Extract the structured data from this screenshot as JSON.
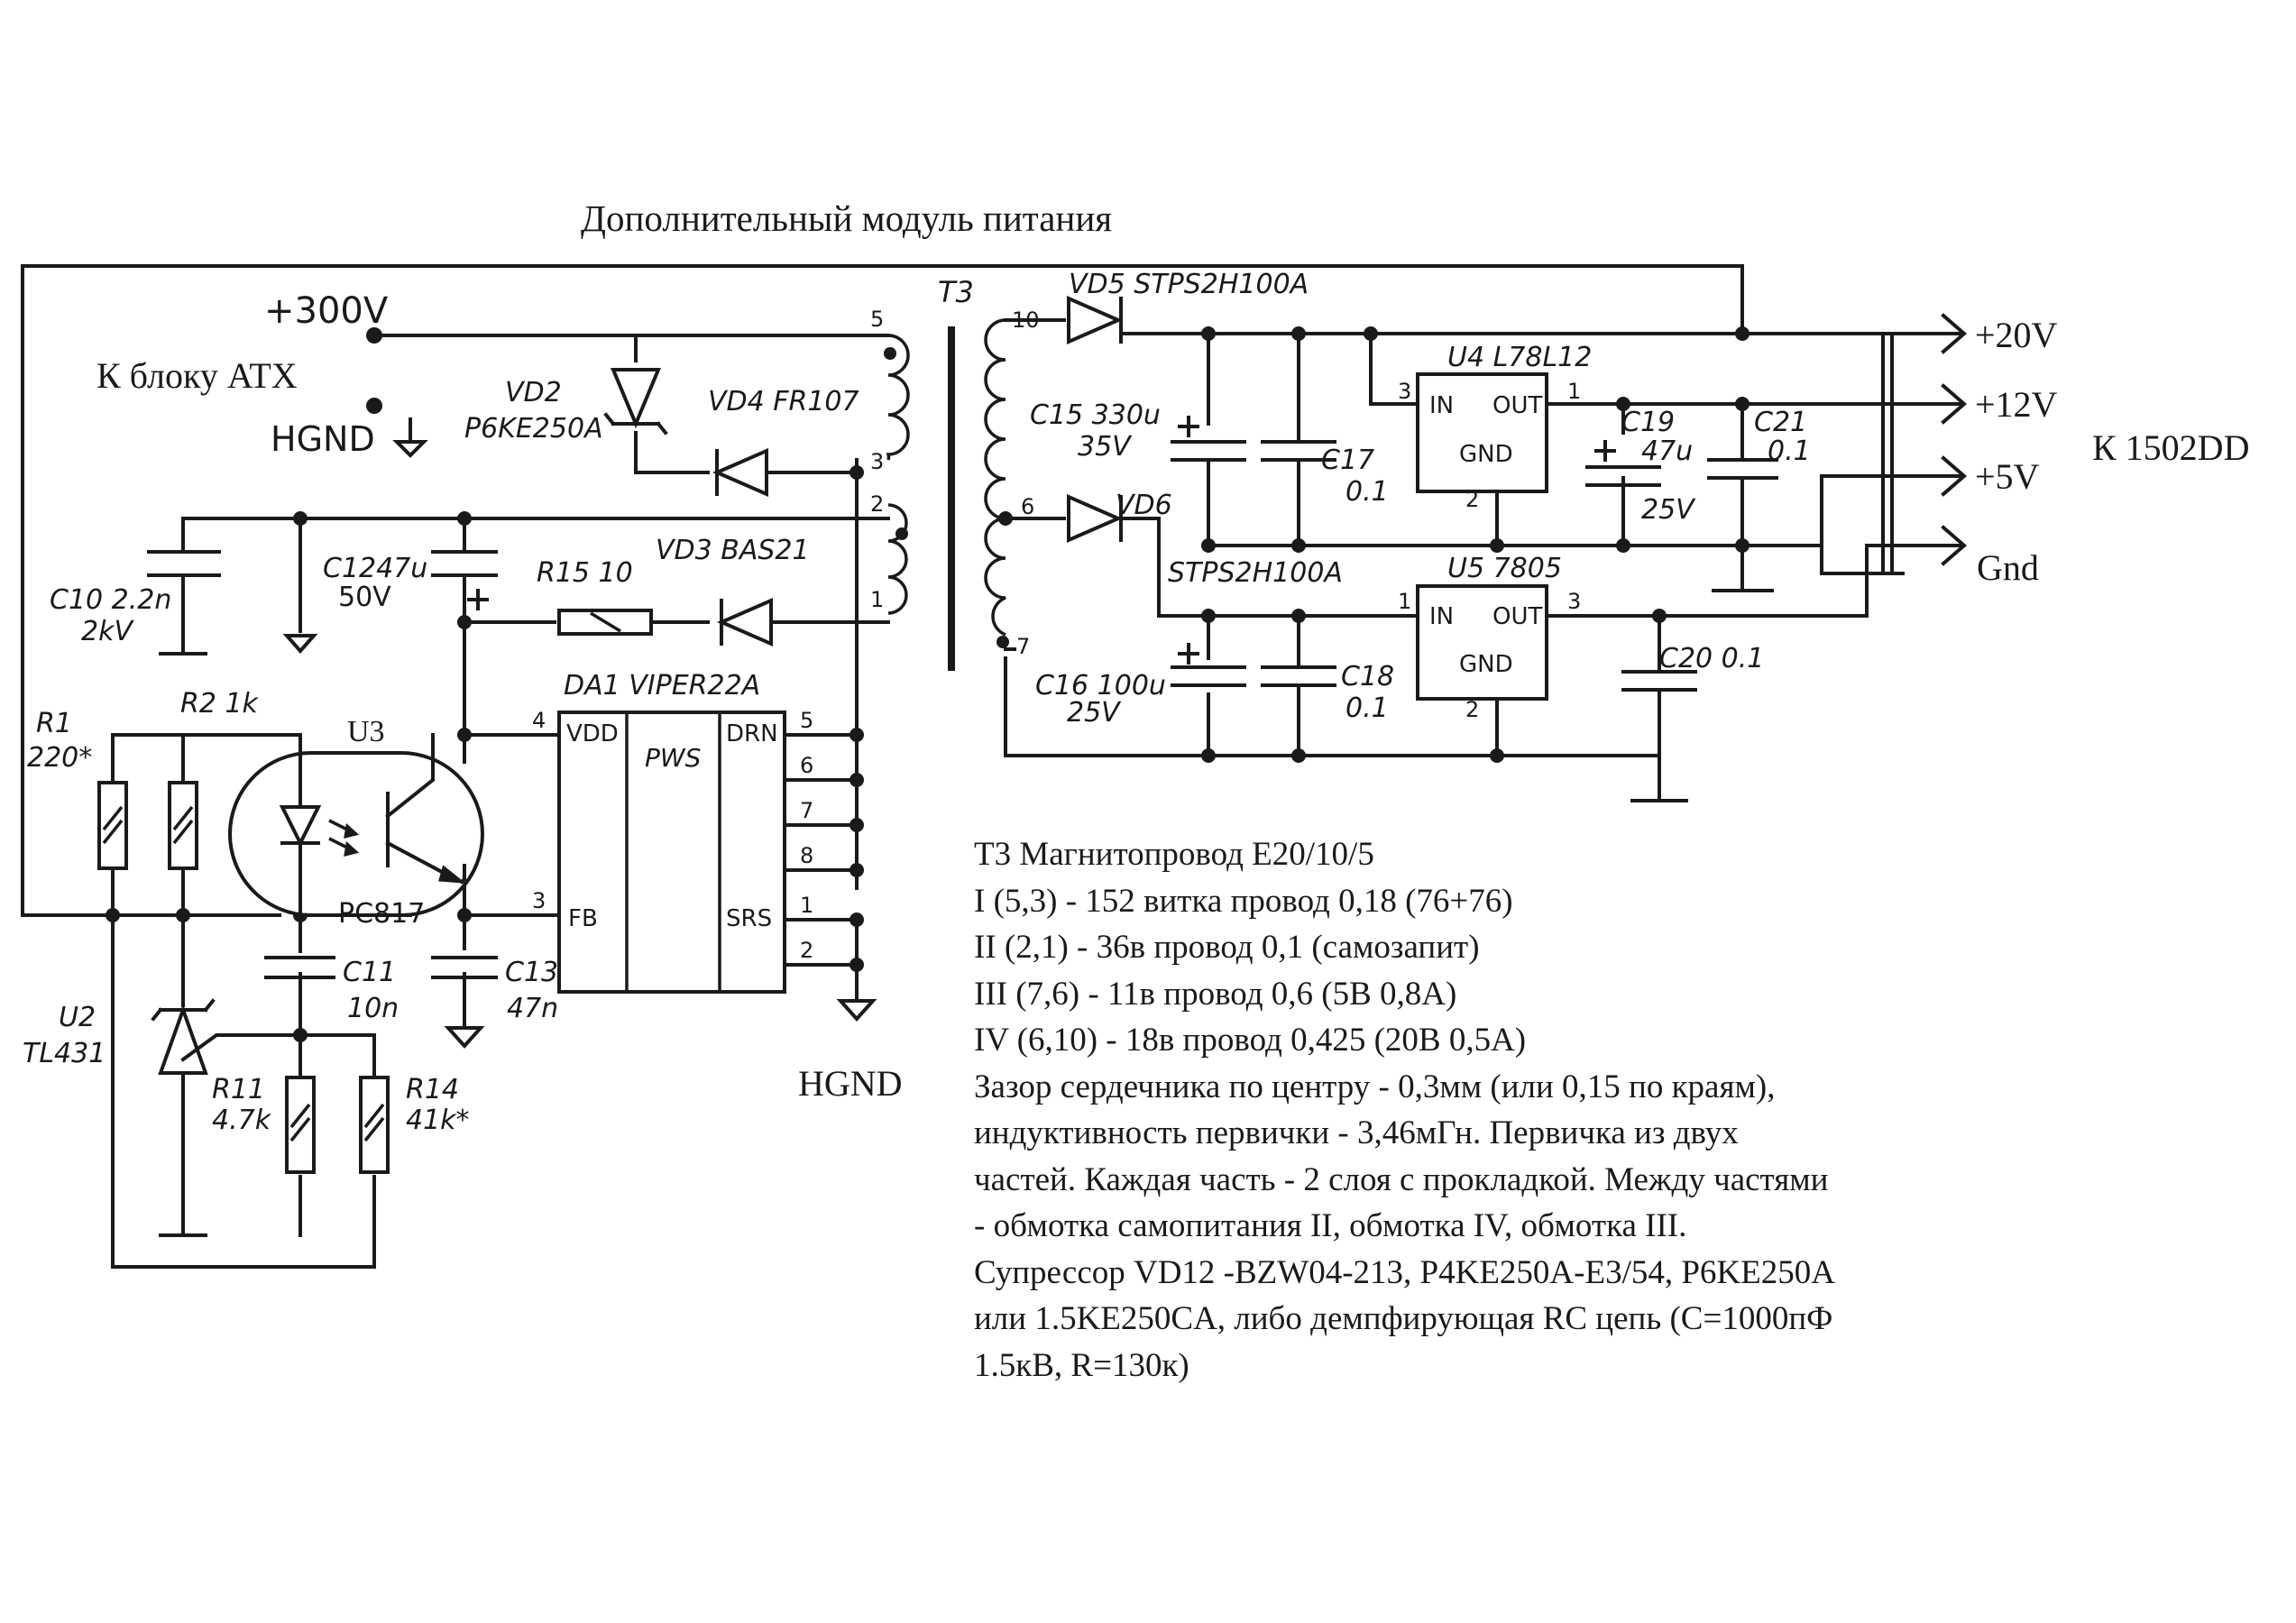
{
  "title": "Дополнительный модуль питания",
  "inputs": {
    "plus300": "+300V",
    "hgnd": "HGND",
    "to_atx": "К блоку ATX"
  },
  "outputs": {
    "v20": "+20V",
    "v12": "+12V",
    "v5": "+5V",
    "gnd": "Gnd",
    "to_board": "К 1502DD"
  },
  "components": {
    "t3": "T3",
    "vd5": "VD5  STPS2H100A",
    "vd2a": "VD2",
    "vd2b": "P6KE250A",
    "vd4": "VD4  FR107",
    "vd6a": "VD6",
    "vd6b": "STPS2H100A",
    "vd3": "VD3  BAS21",
    "r15": "R15  10",
    "c10a": "C10 2.2n",
    "c10b": "2kV",
    "c12a": "C1247u",
    "c12b": "50V",
    "c15a": "C15  330u",
    "c15b": "35V",
    "c16a": "C16 100u",
    "c16b": "25V",
    "c17a": "C17",
    "c17b": "0.1",
    "c18a": "C18",
    "c18b": "0.1",
    "c19a": "C19",
    "c19b": "47u",
    "c19c": "25V",
    "c21a": "C21",
    "c21b": "0.1",
    "c20": "C20  0.1",
    "u4": "U4  L78L12",
    "u5": "U5  7805",
    "reg_in": "IN",
    "reg_out": "OUT",
    "reg_gnd": "GND",
    "da1": "DA1   VIPER22A",
    "da1_vdd": "VDD",
    "da1_pws": "PWS",
    "da1_drn": "DRN",
    "da1_fb": "FB",
    "da1_srs": "SRS",
    "r1a": "R1",
    "r1b": "220*",
    "r2": "R2   1k",
    "u3": "U3",
    "pc817": "PC817",
    "c11a": "C11",
    "c11b": "10n",
    "c13a": "C13",
    "c13b": "47n",
    "u2a": "U2",
    "u2b": "TL431",
    "r11a": "R11",
    "r11b": "4.7k",
    "r14a": "R14",
    "r14b": "41k*",
    "hgnd_bottom": "HGND"
  },
  "pins": [
    "5",
    "3",
    "2",
    "1",
    "10",
    "6",
    "7",
    "3",
    "1",
    "2",
    "1",
    "3",
    "2",
    "4",
    "5",
    "6",
    "7",
    "8",
    "3",
    "1",
    "2"
  ],
  "notes": [
    "T3 Магнитопровод E20/10/5",
    "I  (5,3) - 152 витка провод 0,18 (76+76)",
    "II  (2,1) - 36в провод 0,1 (самозапит)",
    "III (7,6) - 11в провод 0,6 (5В 0,8А)",
    "IV (6,10) - 18в провод 0,425 (20В 0,5А)",
    "Зазор сердечника по центру - 0,3мм (или 0,15 по краям),",
    "индуктивность первички - 3,46мГн. Первичка из двух",
    "частей. Каждая часть - 2 слоя с прокладкой. Между частями",
    "- обмотка самопитания II, обмотка IV, обмотка III.",
    "Супрессор VD12 -BZW04-213, P4KE250A-E3/54, P6KE250A",
    "или 1.5KE250CA, либо демпфирующая RC цепь (С=1000пФ",
    "1.5кВ, R=130к)"
  ]
}
